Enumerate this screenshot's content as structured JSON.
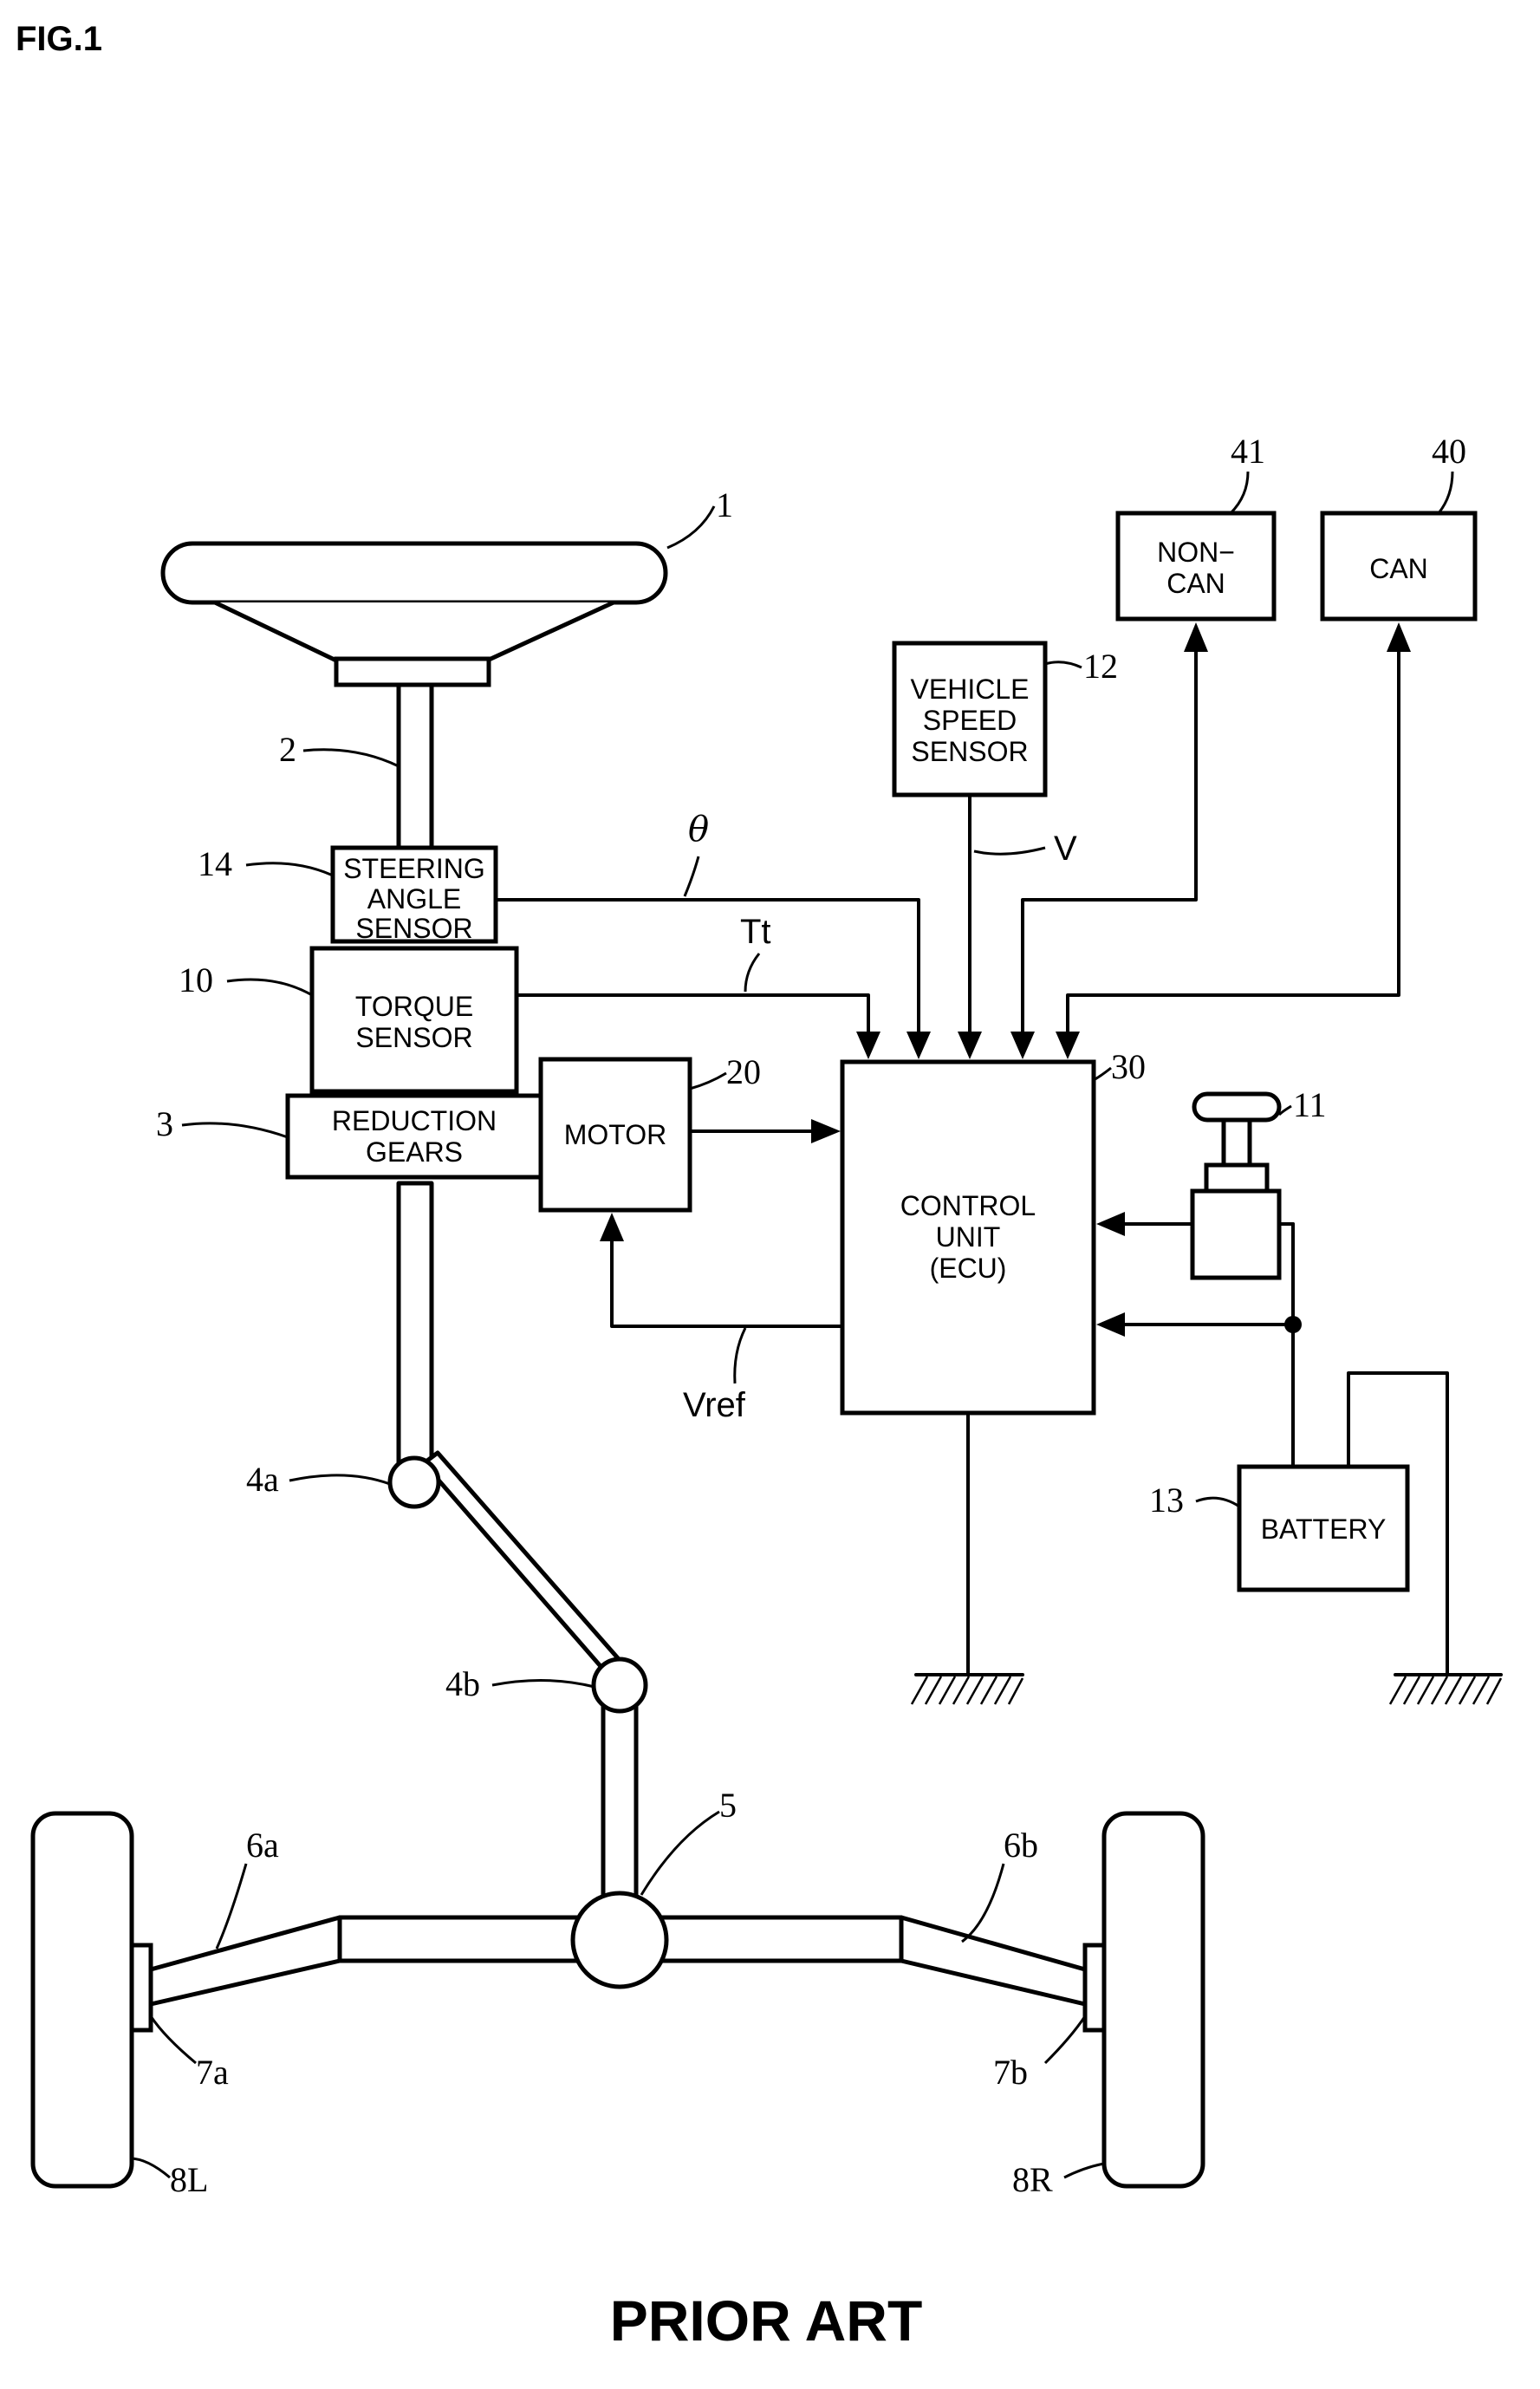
{
  "figure_label": "FIG.1",
  "caption": "PRIOR ART",
  "blocks": {
    "steering_angle_sensor": [
      "STEERING",
      "ANGLE",
      "SENSOR"
    ],
    "torque_sensor": [
      "TORQUE",
      "SENSOR"
    ],
    "reduction_gears": [
      "REDUCTION",
      "GEARS"
    ],
    "motor": "MOTOR",
    "vehicle_speed_sensor": [
      "VEHICLE",
      "SPEED",
      "SENSOR"
    ],
    "non_can": [
      "NON−",
      "CAN"
    ],
    "can": "CAN",
    "control_unit": [
      "CONTROL",
      "UNIT",
      "(ECU)"
    ],
    "battery": "BATTERY"
  },
  "signals": {
    "theta": "θ",
    "torque": "Tt",
    "speed": "V",
    "vref": "Vref"
  },
  "refs": {
    "wheel": "1",
    "column": "2",
    "gears": "3",
    "joint_a": "4a",
    "joint_b": "4b",
    "pinion": "5",
    "tie_rod_a": "6a",
    "tie_rod_b": "6b",
    "hub_a": "7a",
    "hub_b": "7b",
    "wheel_left": "8L",
    "wheel_right": "8R",
    "torque_sensor": "10",
    "ignition": "11",
    "speed_sensor": "12",
    "battery": "13",
    "angle_sensor": "14",
    "motor": "20",
    "ecu": "30",
    "can": "40",
    "non_can": "41"
  }
}
